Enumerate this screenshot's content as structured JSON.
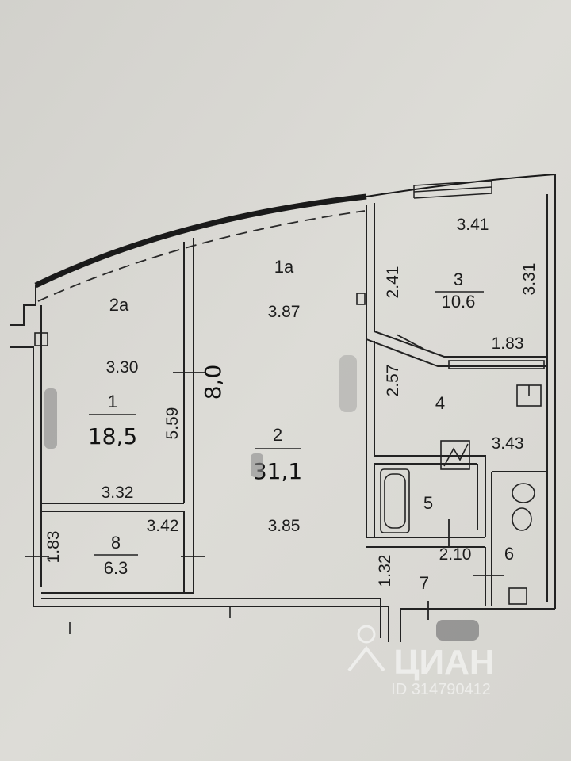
{
  "rooms": [
    {
      "id": "1",
      "area": "18,5"
    },
    {
      "id": "2",
      "area": "31,1"
    },
    {
      "id": "3",
      "area": "10.6"
    },
    {
      "id": "4"
    },
    {
      "id": "5"
    },
    {
      "id": "6"
    },
    {
      "id": "7"
    },
    {
      "id": "8",
      "area": "6.3"
    },
    {
      "id": "1a"
    },
    {
      "id": "2a"
    }
  ],
  "dimensions": {
    "room3_top": "3.41",
    "room3_left": "2.41",
    "room3_right": "3.31",
    "room3_bottom": "1.83",
    "room1a_width": "3.87",
    "room2a_width": "3.30",
    "room1_height": "5.59",
    "room2_handwritten_height": "8,0",
    "room1_bottom": "3.32",
    "room8_width": "3.42",
    "room8_height": "1.83",
    "room2_bottom": "3.85",
    "room4_height": "2.57",
    "room4_width": "3.43",
    "room7_width": "2.10",
    "room7_height": "1.32"
  },
  "watermark": {
    "brand": "ЦИАН",
    "listing_id": "ID 314790412"
  }
}
